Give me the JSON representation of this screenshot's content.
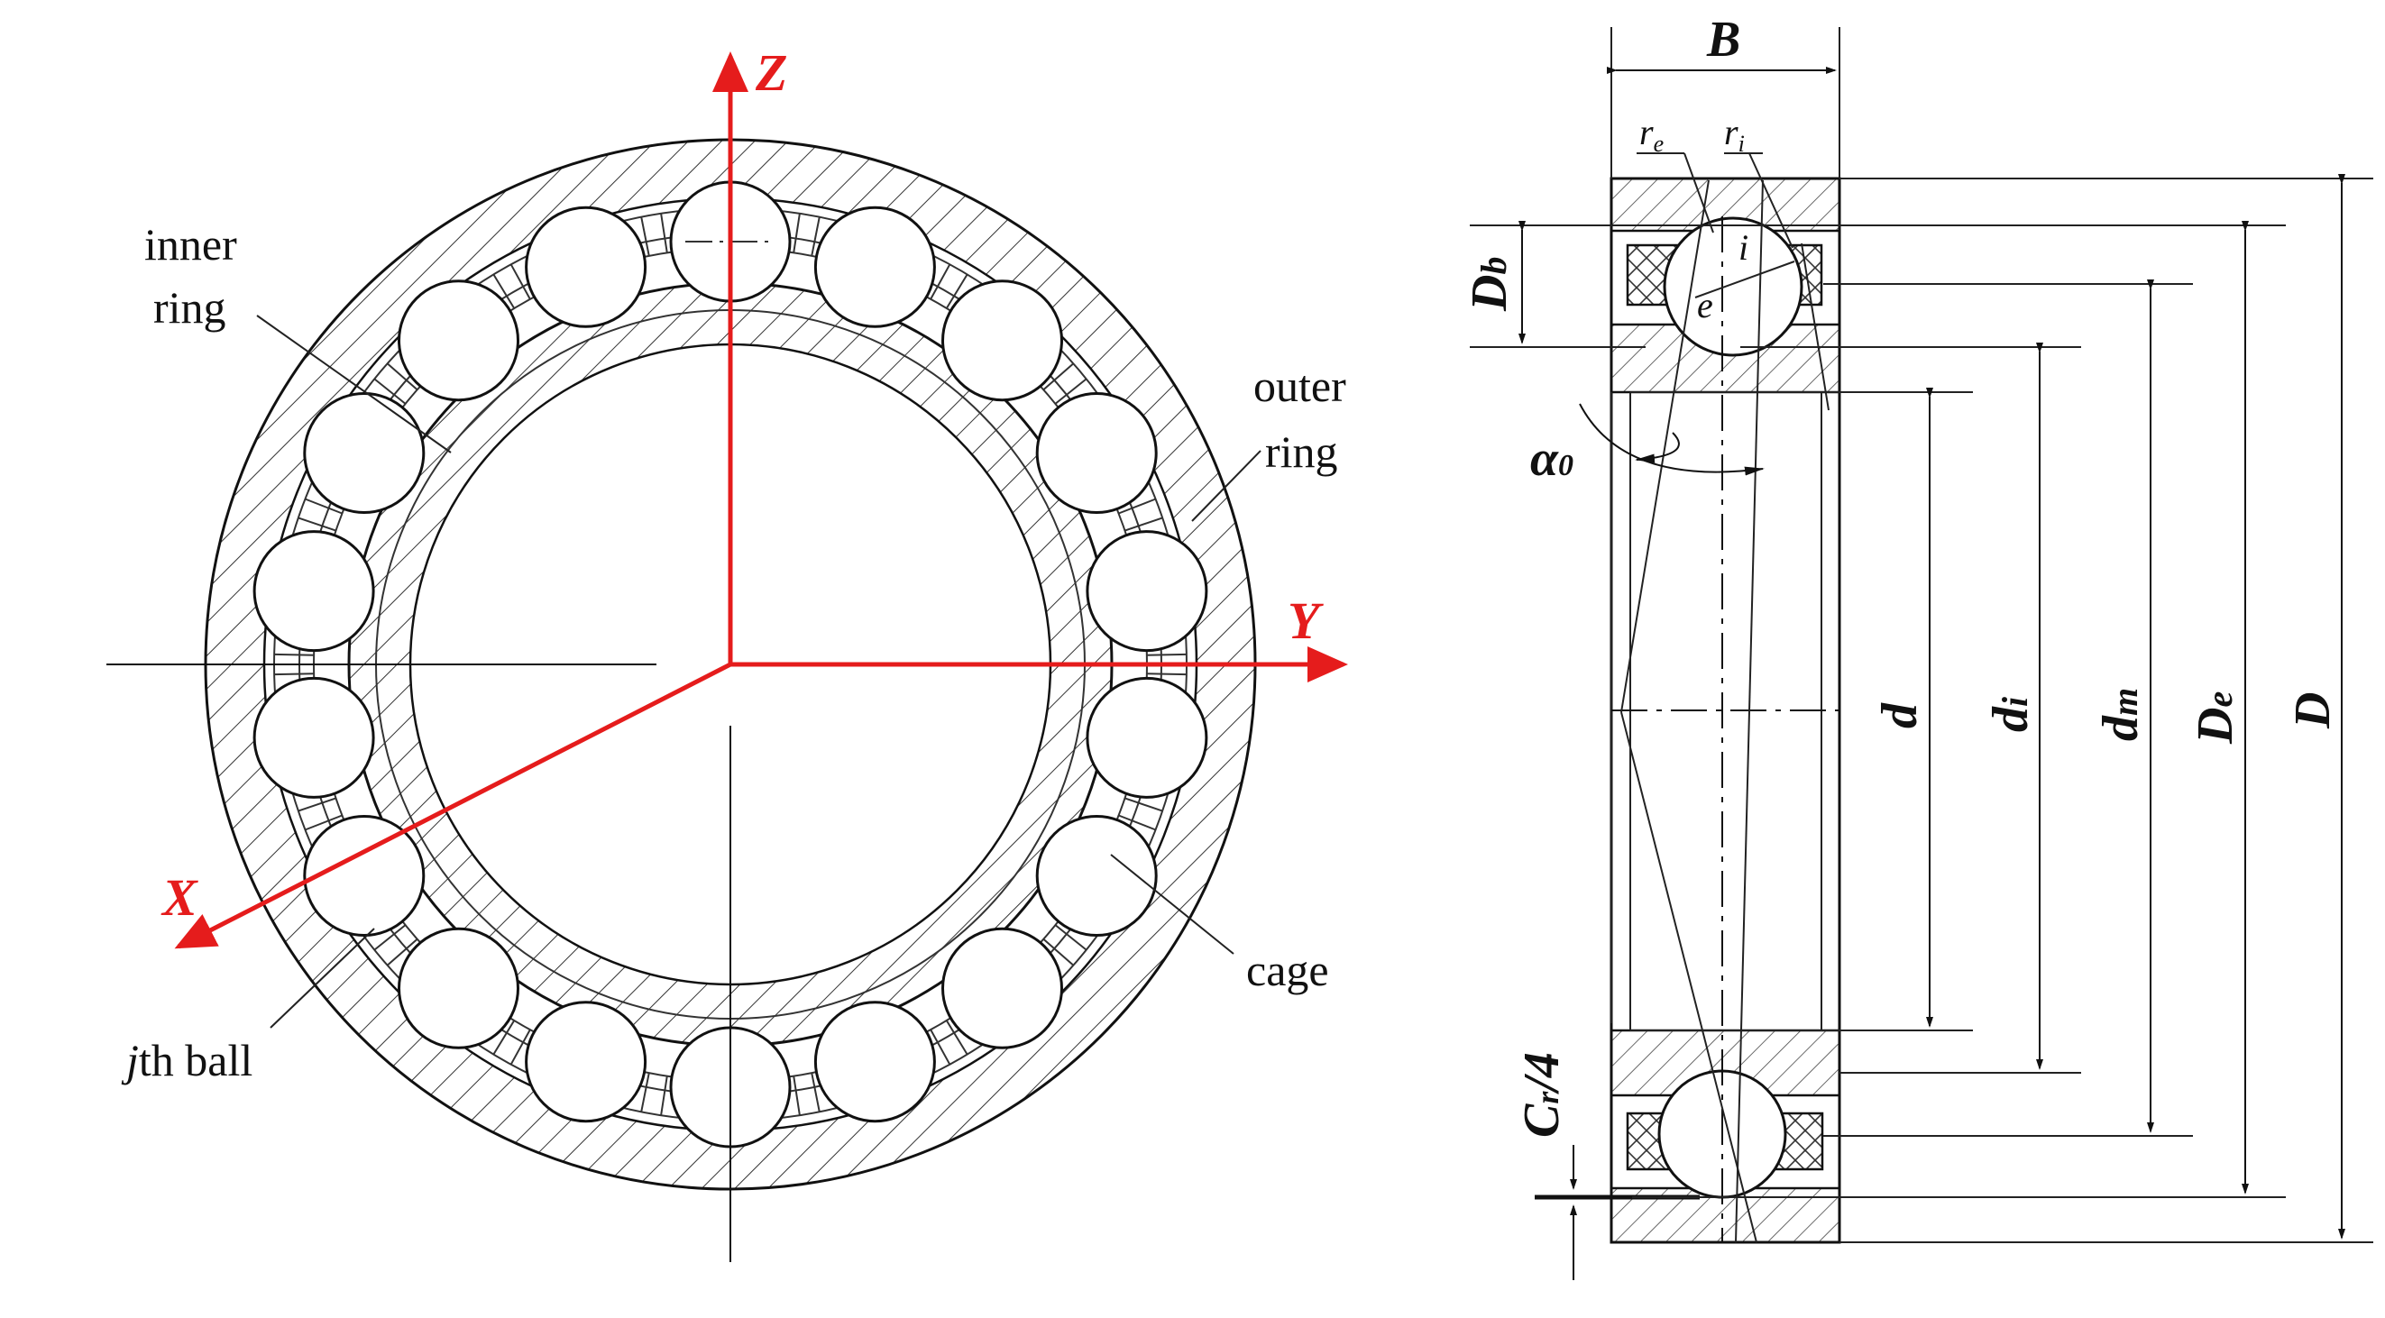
{
  "left_view": {
    "axes": {
      "z": "Z",
      "y": "Y",
      "x": "X"
    },
    "labels": {
      "inner_ring_line1": "inner",
      "inner_ring_line2": "ring",
      "outer_ring_line1": "outer",
      "outer_ring_line2": "ring",
      "cage": "cage",
      "ball_j": "j",
      "ball_rest": "th ball"
    },
    "ball_count": 18,
    "colors": {
      "axes": "#e51c1c",
      "lines": "#111111"
    }
  },
  "right_view": {
    "dimensions": {
      "width": "B",
      "ball_diameter_main": "D",
      "ball_diameter_sub": "b",
      "outer_radius_main": "r",
      "outer_radius_sub": "e",
      "inner_radius_main": "r",
      "inner_radius_sub": "i",
      "contact_point_outer": "e",
      "contact_point_inner": "i",
      "contact_angle_main": "α",
      "contact_angle_sub": "0",
      "clearance": "C",
      "clearance_sub": "r",
      "clearance_rest": "/4",
      "bore": "d",
      "inner_race_main": "d",
      "inner_race_sub": "i",
      "pitch_main": "d",
      "pitch_sub": "m",
      "outer_race_main": "D",
      "outer_race_sub": "e",
      "outer_diameter": "D"
    }
  }
}
